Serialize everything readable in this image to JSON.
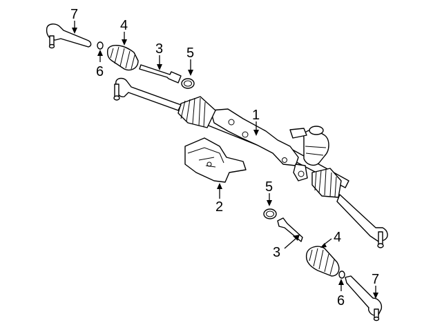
{
  "callouts": {
    "c1": "1",
    "c2": "2",
    "c3_top": "3",
    "c3_bottom": "3",
    "c4_top": "4",
    "c4_bottom": "4",
    "c5_top": "5",
    "c5_bottom": "5",
    "c6_top": "6",
    "c6_bottom": "6",
    "c7_top": "7",
    "c7_bottom": "7"
  }
}
